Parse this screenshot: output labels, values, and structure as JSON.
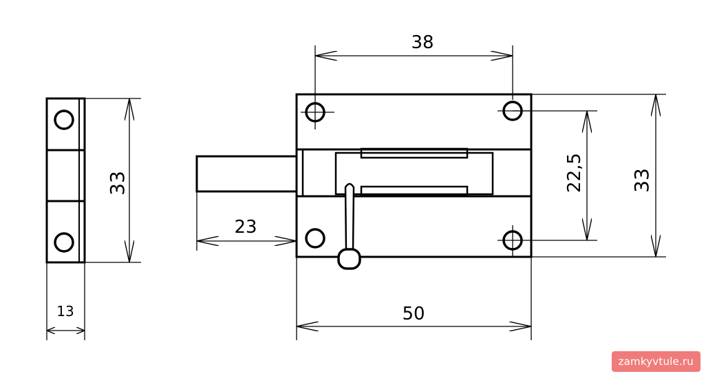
{
  "dimensions": {
    "strike_width": "13",
    "strike_height": "33",
    "hole_spacing": "38",
    "bolt_projection": "23",
    "body_width": "50",
    "inner_spacing": "22,5",
    "body_height": "33"
  },
  "watermark": {
    "text": "zamkyvtule.ru",
    "color": "#f07b7b"
  }
}
